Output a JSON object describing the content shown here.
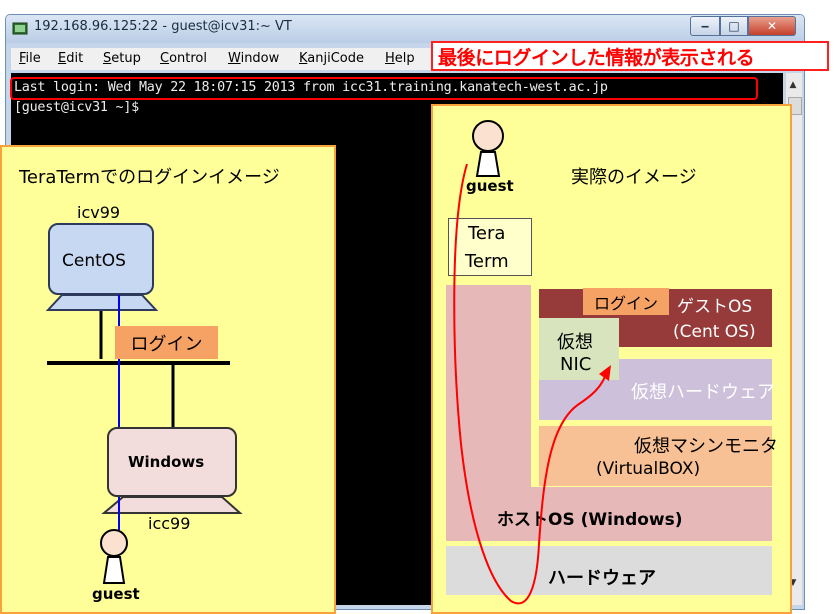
{
  "window": {
    "title": "192.168.96.125:22 - guest@icv31:~ VT",
    "controls": {
      "minimize": "‒",
      "maximize": "□",
      "close": "✕"
    }
  },
  "menu": [
    "File",
    "Edit",
    "Setup",
    "Control",
    "Window",
    "KanjiCode",
    "Help"
  ],
  "terminal": {
    "lines": [
      "Last login: Wed May 22 18:07:15 2013 from icc31.training.kanatech-west.ac.jp",
      "[guest@icv31 ~]$"
    ]
  },
  "callout": "最後にログインした情報が表示される",
  "left_panel": {
    "title": "TeraTermでのログインイメージ",
    "server_name": "icv99",
    "server_os": "CentOS",
    "login_tag": "ログイン",
    "client_os": "Windows",
    "client_name": "icc99",
    "user": "guest"
  },
  "right_panel": {
    "title": "実際のイメージ",
    "user": "guest",
    "teraterm": [
      "Tera",
      "Term"
    ],
    "login_tag": "ログイン",
    "guest_os": [
      "ゲストOS",
      "(Cent OS)"
    ],
    "virtual_nic": [
      "仮想",
      "NIC"
    ],
    "virtual_hw": "仮想ハードウェア",
    "vmm": [
      "仮想マシンモニタ",
      "(VirtualBOX)"
    ],
    "host_os": "ホストOS (Windows)",
    "hardware": "ハードウェア"
  },
  "colors": {
    "panel_fill": "#ffff99",
    "panel_border": "#f7a23a",
    "callout_red": "#ff0000",
    "arrow_blue": "#0000ff",
    "arrow_red": "#ff0000"
  }
}
